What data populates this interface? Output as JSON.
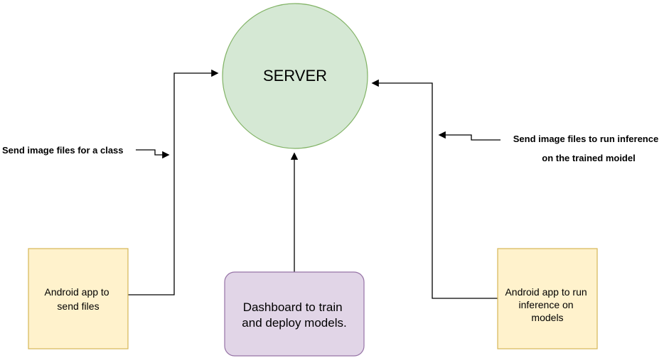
{
  "diagram": {
    "background": "#ffffff",
    "edge_color": "#000000",
    "nodes": {
      "server": {
        "label": "SERVER",
        "fill": "#d5e8d4",
        "stroke": "#82b366"
      },
      "sender_app": {
        "lines": [
          "Android app to",
          "send files"
        ],
        "fill": "#fff2cc",
        "stroke": "#d6b656"
      },
      "dashboard": {
        "lines": [
          "Dashboard to train",
          "and deploy models."
        ],
        "fill": "#e1d5e7",
        "stroke": "#9673a6"
      },
      "inference_app": {
        "lines": [
          "Android app to run",
          "inference on",
          "models"
        ],
        "fill": "#fff2cc",
        "stroke": "#d6b656"
      }
    },
    "edge_labels": {
      "left": "Send image files for a class",
      "right_line1": "Send image files to run inference",
      "right_line2": "on the trained moidel"
    }
  }
}
